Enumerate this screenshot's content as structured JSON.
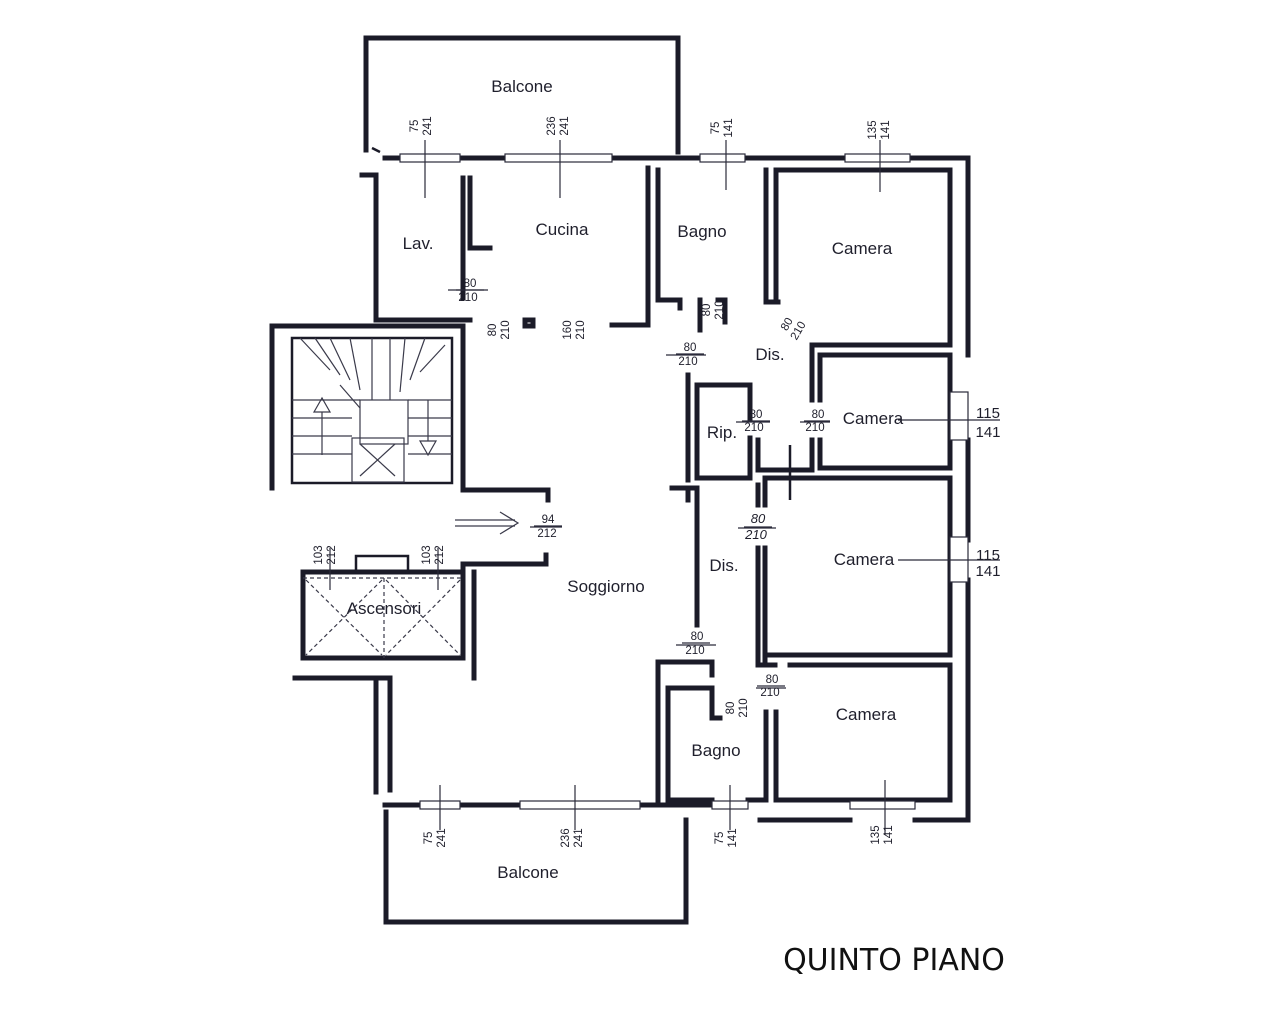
{
  "floor_title": "QUINTO PIANO",
  "rooms": {
    "balcone_top": "Balcone",
    "lavanderia": "Lav.",
    "cucina": "Cucina",
    "bagno_top": "Bagno",
    "camera_1": "Camera",
    "disimpegno_1": "Dis.",
    "ripostiglio": "Rip.",
    "camera_2": "Camera",
    "camera_3": "Camera",
    "disimpegno_2": "Dis.",
    "soggiorno": "Soggiorno",
    "ascensori": "Ascensori",
    "camera_4": "Camera",
    "bagno_bottom": "Bagno",
    "balcone_bottom": "Balcone"
  },
  "dimensions": {
    "w_lav": [
      "75",
      "241"
    ],
    "w_cucina": [
      "236",
      "241"
    ],
    "w_bagno_top": [
      "75",
      "141"
    ],
    "w_camera_1": [
      "135",
      "141"
    ],
    "d_lav": [
      "80",
      "210"
    ],
    "d_sogg_left": [
      "80",
      "210"
    ],
    "d_cucina": [
      "160",
      "210"
    ],
    "d_bagno_top": [
      "80",
      "210"
    ],
    "d_camera_1": [
      "80",
      "210"
    ],
    "d_dis_1": [
      "80",
      "210"
    ],
    "d_rip": [
      "80",
      "210"
    ],
    "d_camera_2": [
      "80",
      "210"
    ],
    "w_camera_2": [
      "115",
      "141"
    ],
    "d_entrance": [
      "94",
      "212"
    ],
    "d_dis_2": [
      "80",
      "210"
    ],
    "w_camera_3": [
      "115",
      "141"
    ],
    "d_asc_left": [
      "103",
      "212"
    ],
    "d_asc_right": [
      "103",
      "212"
    ],
    "d_bagno_bottom_top": [
      "80",
      "210"
    ],
    "d_bagno_bottom": [
      "80",
      "210"
    ],
    "d_camera_4": [
      "80",
      "210"
    ],
    "w_balcone_b1": [
      "75",
      "241"
    ],
    "w_balcone_b2": [
      "236",
      "241"
    ],
    "w_bagno_bottom": [
      "75",
      "141"
    ],
    "w_camera_4": [
      "135",
      "141"
    ]
  }
}
